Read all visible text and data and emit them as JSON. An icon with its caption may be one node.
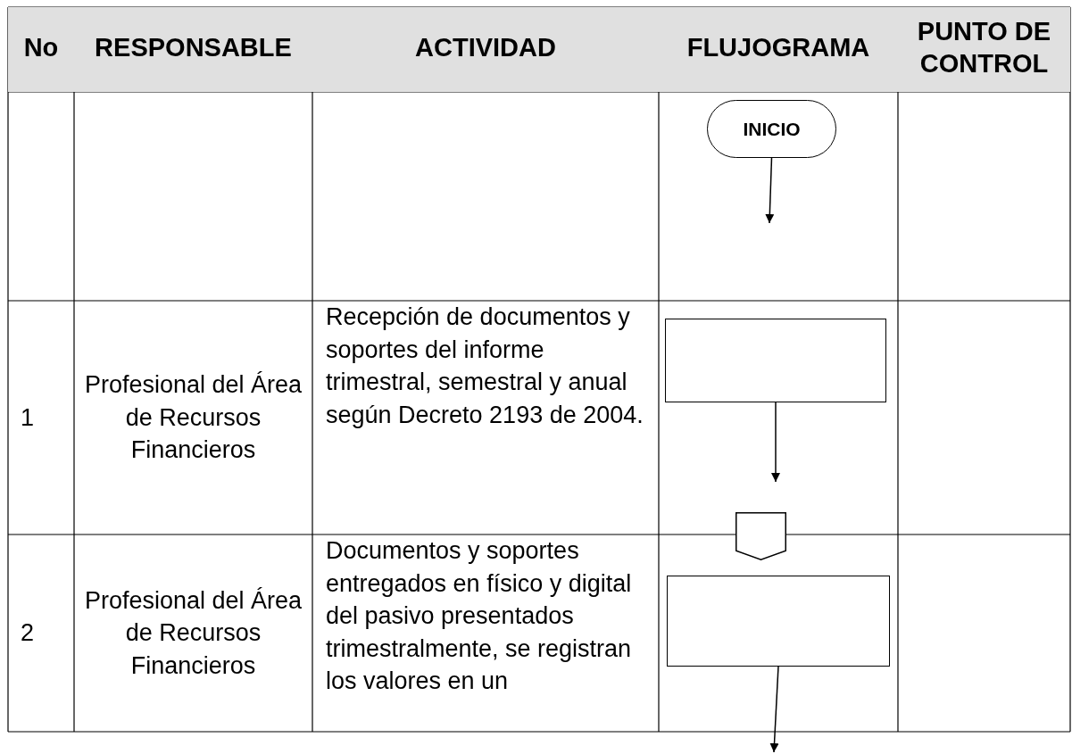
{
  "diagram": {
    "nodes": [
      {
        "text": [
          "INICIO"
        ]
      },
      {
        "text": [],
        "shape": "box"
      },
      {
        "text": [],
        "shape": "pentagon"
      },
      {
        "text": [],
        "shape": "box"
      }
    ],
    "edges": [
      {
        "from": 0,
        "to": null,
        "arrow": "to"
      },
      {
        "from": 1,
        "to": null,
        "arrow": "to"
      },
      {
        "from": 3,
        "to": null,
        "arrow": "to"
      }
    ],
    "labels": [
      "No",
      "RESPONSABLE",
      "ACTIVIDAD",
      "FLUJOGRAMA",
      "PUNTO DE CONTROL",
      "1",
      "Profesional del Área de Recursos Financieros",
      "Recepción de documentos y soportes del informe trimestral, semestral y anual según Decreto 2193 de 2004.",
      "2",
      "Profesional del Área de Recursos Financieros",
      "Documentos y soportes entregados en físico y digital del pasivo presentados trimestralmente, se registran los valores en un"
    ]
  }
}
